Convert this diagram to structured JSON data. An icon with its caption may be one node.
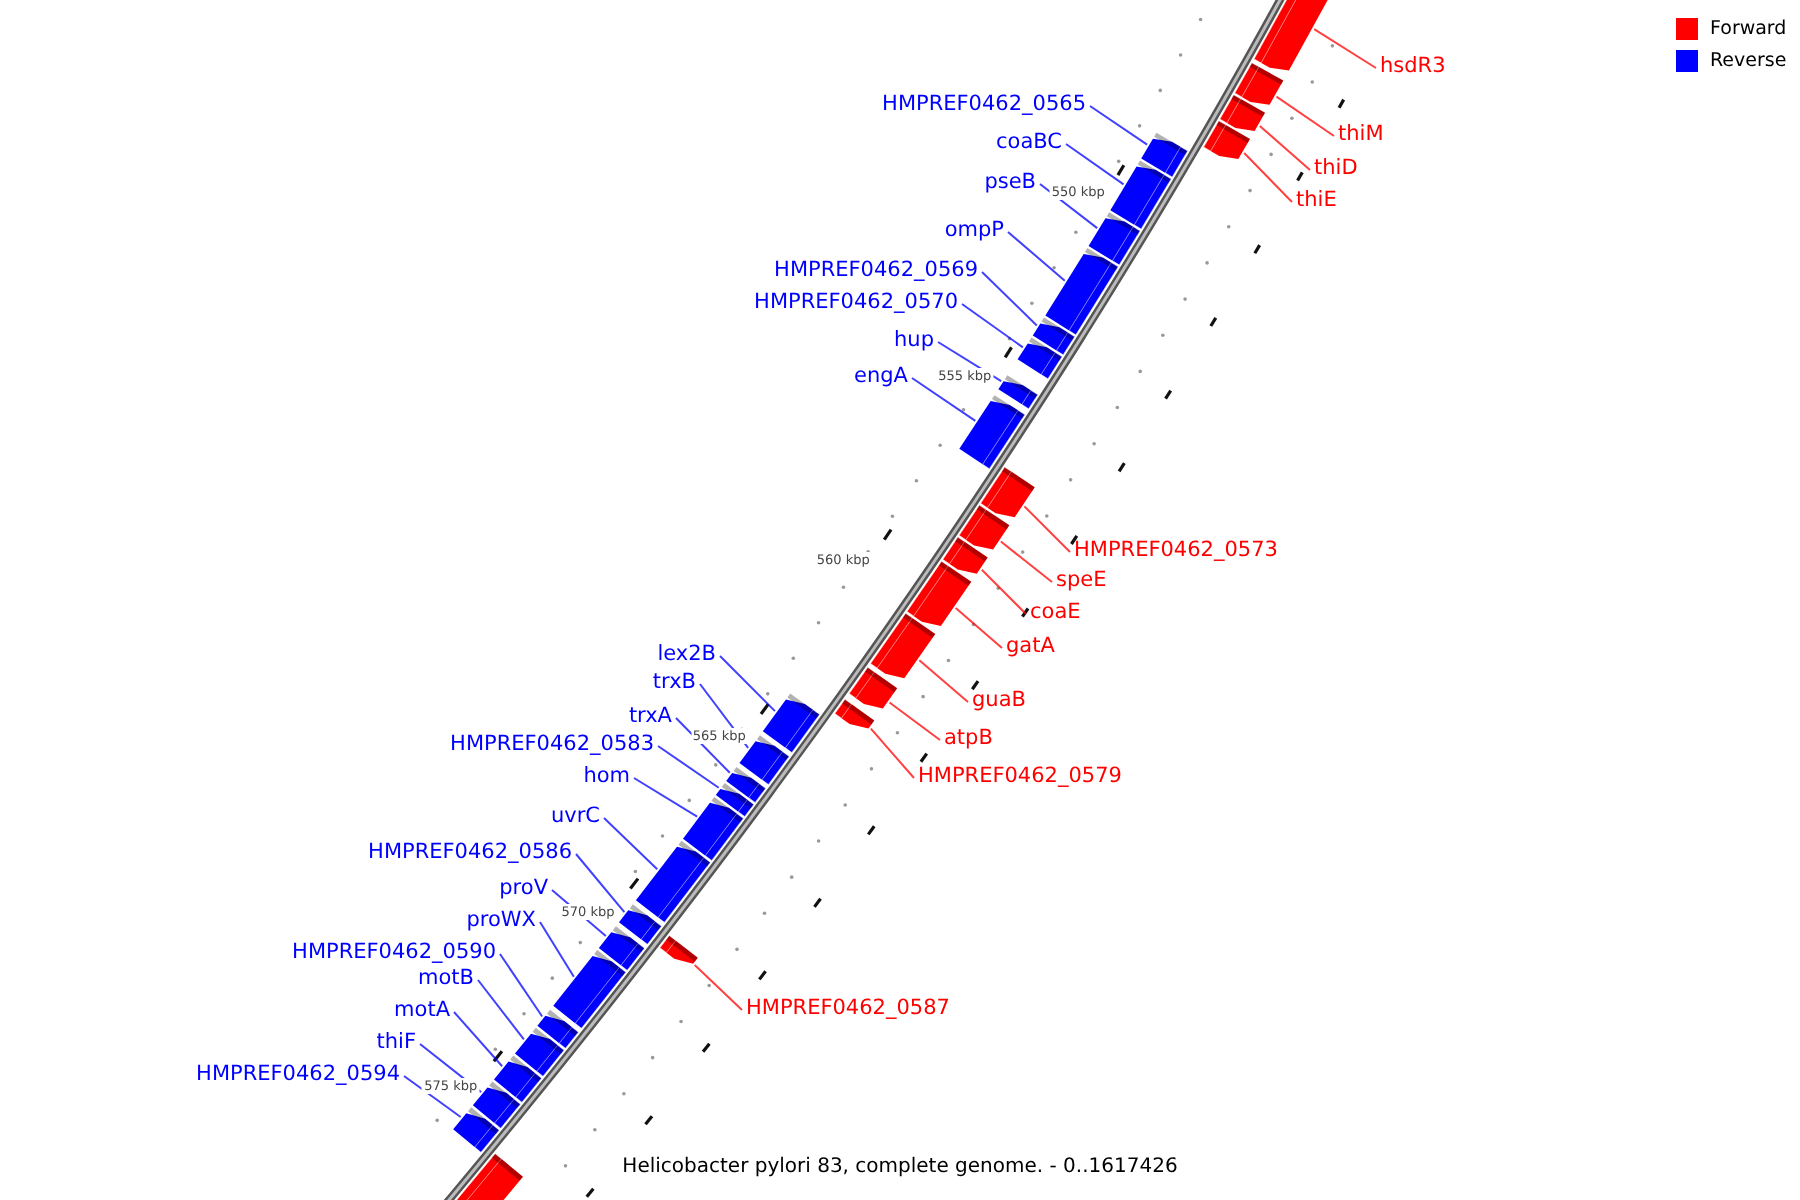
{
  "diagram": {
    "caption": "Helicobacter pylori 83, complete genome. - 0..1617426",
    "nodes": [
      {
        "text": [
          "hsdR3"
        ]
      },
      {
        "text": [
          "thiM"
        ]
      },
      {
        "text": [
          "thiD"
        ]
      },
      {
        "text": [
          "thiE"
        ]
      },
      {
        "text": [
          "HMPREF0462_0565"
        ]
      },
      {
        "text": [
          "coaBC"
        ]
      },
      {
        "text": [
          "pseB"
        ]
      },
      {
        "text": [
          "ompP"
        ]
      },
      {
        "text": [
          "HMPREF0462_0569"
        ]
      },
      {
        "text": [
          "HMPREF0462_0570"
        ]
      },
      {
        "text": [
          "hup"
        ]
      },
      {
        "text": [
          "engA"
        ]
      },
      {
        "text": [
          "HMPREF0462_0573"
        ]
      },
      {
        "text": [
          "speE"
        ]
      },
      {
        "text": [
          "coaE"
        ]
      },
      {
        "text": [
          "gatA"
        ]
      },
      {
        "text": [
          "guaB"
        ]
      },
      {
        "text": [
          "atpB"
        ]
      },
      {
        "text": [
          "HMPREF0462_0579"
        ]
      },
      {
        "text": [
          "lex2B"
        ]
      },
      {
        "text": [
          "trxB"
        ]
      },
      {
        "text": [
          "trxA"
        ]
      },
      {
        "text": [
          "HMPREF0462_0583"
        ]
      },
      {
        "text": [
          "hom"
        ]
      },
      {
        "text": [
          "uvrC"
        ]
      },
      {
        "text": [
          "HMPREF0462_0586"
        ]
      },
      {
        "text": [
          "proV"
        ]
      },
      {
        "text": [
          "proWX"
        ]
      },
      {
        "text": [
          "HMPREF0462_0590"
        ]
      },
      {
        "text": [
          "motB"
        ]
      },
      {
        "text": [
          "motA"
        ]
      },
      {
        "text": [
          "thiF"
        ]
      },
      {
        "text": [
          "HMPREF0462_0594"
        ]
      },
      {
        "text": [
          "HMPREF0462_0587"
        ]
      },
      {
        "text": [],
        "shape": "bar"
      },
      {
        "text": [],
        "shape": "bar"
      },
      {
        "text": [],
        "shape": "bar"
      },
      {
        "text": [],
        "shape": "bar"
      },
      {
        "text": [],
        "shape": "bar"
      },
      {
        "text": [],
        "shape": "bar"
      },
      {
        "text": [],
        "shape": "bar"
      },
      {
        "text": [],
        "shape": "bar"
      },
      {
        "text": [],
        "shape": "bar"
      },
      {
        "text": [],
        "shape": "bar"
      },
      {
        "text": [],
        "shape": "bar"
      },
      {
        "text": [],
        "shape": "bar"
      },
      {
        "text": [],
        "shape": "bar"
      },
      {
        "text": [],
        "shape": "bar"
      },
      {
        "text": [],
        "shape": "bar"
      },
      {
        "text": [],
        "shape": "bar"
      },
      {
        "text": [],
        "shape": "bar"
      },
      {
        "text": [],
        "shape": "bar"
      },
      {
        "text": [],
        "shape": "bar"
      },
      {
        "text": [],
        "shape": "bar"
      },
      {
        "text": [],
        "shape": "bar"
      },
      {
        "text": [],
        "shape": "bar"
      },
      {
        "text": [],
        "shape": "bar"
      },
      {
        "text": [],
        "shape": "bar"
      },
      {
        "text": [],
        "shape": "bar"
      },
      {
        "text": [],
        "shape": "bar"
      },
      {
        "text": [],
        "shape": "bar"
      },
      {
        "text": [],
        "shape": "bar"
      },
      {
        "text": [],
        "shape": "bar"
      },
      {
        "text": [],
        "shape": "bar"
      },
      {
        "text": [],
        "shape": "bar"
      },
      {
        "text": [],
        "shape": "bar"
      },
      {
        "text": [],
        "shape": "bar"
      },
      {
        "text": [],
        "shape": "bar"
      },
      {
        "text": [],
        "shape": "bar"
      }
    ],
    "edges": [
      {
        "from": 0,
        "to": 34,
        "arrow": "none",
        "color": "#ff0000"
      },
      {
        "from": 1,
        "to": 35,
        "arrow": "none",
        "color": "#ff0000"
      },
      {
        "from": 2,
        "to": 36,
        "arrow": "none",
        "color": "#ff0000"
      },
      {
        "from": 3,
        "to": 37,
        "arrow": "none",
        "color": "#ff0000"
      },
      {
        "from": 4,
        "to": 38,
        "arrow": "none"
      },
      {
        "from": 5,
        "to": 39,
        "arrow": "none"
      },
      {
        "from": 6,
        "to": 40,
        "arrow": "none"
      },
      {
        "from": 7,
        "to": 41,
        "arrow": "none"
      },
      {
        "from": 8,
        "to": 42,
        "arrow": "none"
      },
      {
        "from": 9,
        "to": 43,
        "arrow": "none"
      },
      {
        "from": 10,
        "to": 44,
        "arrow": "none"
      },
      {
        "from": 11,
        "to": 45,
        "arrow": "none"
      },
      {
        "from": 12,
        "to": 46,
        "arrow": "none",
        "color": "#ff0000"
      },
      {
        "from": 13,
        "to": 47,
        "arrow": "none",
        "color": "#ff0000"
      },
      {
        "from": 14,
        "to": 48,
        "arrow": "none",
        "color": "#ff0000"
      },
      {
        "from": 15,
        "to": 49,
        "arrow": "none",
        "color": "#ff0000"
      },
      {
        "from": 16,
        "to": 50,
        "arrow": "none",
        "color": "#ff0000"
      },
      {
        "from": 17,
        "to": 51,
        "arrow": "none",
        "color": "#ff0000"
      },
      {
        "from": 18,
        "to": 52,
        "arrow": "none",
        "color": "#ff0000"
      },
      {
        "from": 19,
        "to": 53,
        "arrow": "none"
      },
      {
        "from": 20,
        "to": 54,
        "arrow": "none"
      },
      {
        "from": 21,
        "to": 55,
        "arrow": "none"
      },
      {
        "from": 22,
        "to": 56,
        "arrow": "none"
      },
      {
        "from": 23,
        "to": 57,
        "arrow": "none"
      },
      {
        "from": 24,
        "to": 58,
        "arrow": "none"
      },
      {
        "from": 25,
        "to": 59,
        "arrow": "none"
      },
      {
        "from": 26,
        "to": 60,
        "arrow": "none"
      },
      {
        "from": 27,
        "to": 61,
        "arrow": "none"
      },
      {
        "from": 28,
        "to": 62,
        "arrow": "none"
      },
      {
        "from": 29,
        "to": 63,
        "arrow": "none"
      },
      {
        "from": 30,
        "to": 64,
        "arrow": "none"
      },
      {
        "from": 31,
        "to": 65,
        "arrow": "none"
      },
      {
        "from": 32,
        "to": 66,
        "arrow": "none"
      },
      {
        "from": 33,
        "to": 67,
        "arrow": "none",
        "color": "#ff0000"
      }
    ],
    "labels": [
      "550 kbp",
      "555 kbp",
      "560 kbp",
      "565 kbp",
      "570 kbp",
      "575 kbp"
    ],
    "legend": [
      {
        "text": "Forward",
        "color": "#ff0000"
      },
      {
        "text": "Reverse",
        "color": "#0000ff"
      }
    ]
  }
}
